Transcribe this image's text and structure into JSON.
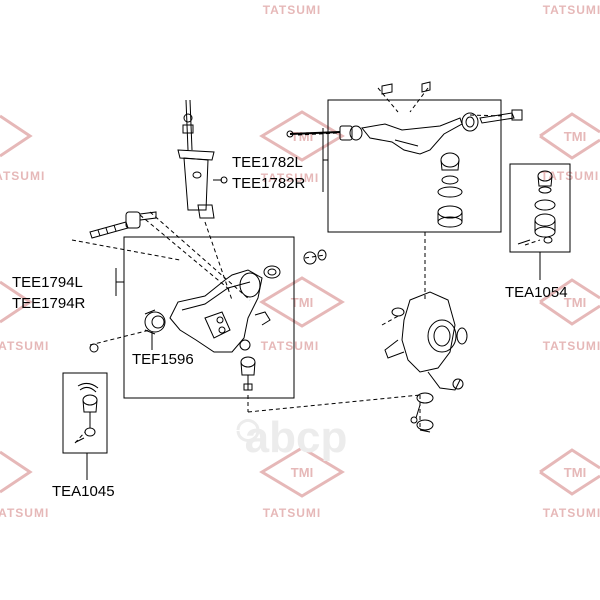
{
  "watermark": {
    "brand_text": "TATSUMI",
    "logo_text": "TMI",
    "color": "#e6b8b8"
  },
  "center_logo_text": "abcp",
  "labels": {
    "tee1782l": "TEE1782L",
    "tee1782r": "TEE1782R",
    "tee1794l": "TEE1794L",
    "tee1794r": "TEE1794R",
    "tef1596": "TEF1596",
    "tea1054": "TEA1054",
    "tea1045": "TEA1045"
  }
}
